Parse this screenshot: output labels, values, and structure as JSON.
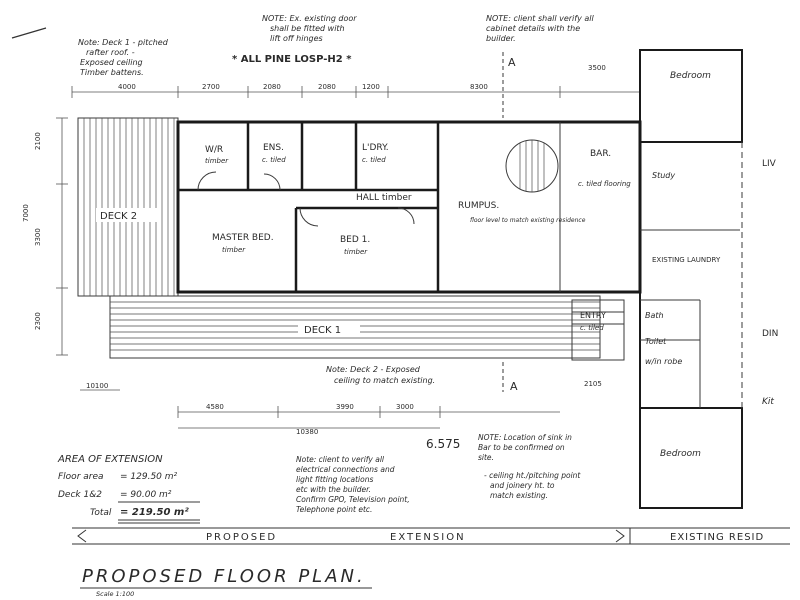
{
  "title": "PROPOSED FLOOR PLAN.",
  "scale": "Scale 1:100",
  "plan_code": "* ALL PINE LOSP-H2 *",
  "notes": {
    "deck1_roof": [
      "Note: Deck 1 - pitched",
      "rafter roof. -",
      "Exposed ceiling",
      "Timber battens."
    ],
    "door": [
      "NOTE: Ex. existing door",
      "shall be fitted with",
      "lift off hinges"
    ],
    "cabinet": [
      "NOTE: client shall verify all",
      "cabinet details with the",
      "builder."
    ],
    "deck2_ceiling": [
      "Note: Deck 2 - Exposed",
      "ceiling to match existing."
    ],
    "electrical": [
      "Note: client to verify all",
      "electrical connections and",
      "light fitting locations",
      "etc with the builder.",
      "Confirm GPO, Television point,",
      "Telephone point etc."
    ],
    "sink": [
      "NOTE: Location of sink in",
      "Bar to be confirmed on",
      "site."
    ],
    "ceiling": [
      "- ceiling ht./pitching point",
      "and joinery ht. to",
      "match existing."
    ]
  },
  "area": {
    "heading": "AREA OF EXTENSION",
    "floor_label": "Floor area",
    "floor_value": "= 129.50 m²",
    "deck_label": "Deck 1&2",
    "deck_value": "= 90.00 m²",
    "total_label": "Total",
    "total_value": "= 219.50 m²"
  },
  "ref_value": "6.575",
  "banner": {
    "proposed": "PROPOSED",
    "extension": "EXTENSION",
    "existing": "EXISTING RESID"
  },
  "rooms": {
    "wir": "W/R",
    "wir_sub": "timber",
    "ens": "ENS.",
    "ens_sub": "c. tiled",
    "ldry": "L'DRY.",
    "ldry_sub": "c. tiled",
    "hall": "HALL timber",
    "master": "MASTER BED.",
    "master_sub": "timber",
    "bed1": "BED 1.",
    "bed1_sub": "timber",
    "rumpus": "RUMPUS.",
    "rumpus_sub": "floor level to match existing residence",
    "bar": "BAR.",
    "bar_sub": "c. tiled flooring",
    "study": "Study",
    "deck1": "DECK 1",
    "deck2": "DECK 2",
    "entry": "ENTRY",
    "entry_sub": "c. tiled",
    "bedroom_top": "Bedroom",
    "bedroom_bottom": "Bedroom",
    "bath": "Bath",
    "toilet": "Toilet",
    "wrobe": "w/in robe",
    "laundry": "EXISTING LAUNDRY",
    "living": "LIV",
    "dining": "DIN",
    "kitchen": "Kit"
  },
  "dims": {
    "top": [
      "4000",
      "2700",
      "2080",
      "2080",
      "1200",
      "8300",
      "3500"
    ],
    "total_bottom": "10380",
    "bottom": [
      "4580",
      "3990",
      "3000"
    ],
    "left": [
      "2100",
      "3300",
      "2300"
    ],
    "left_total": "7000",
    "bottom_left": "10100",
    "right_mid": "2105"
  },
  "section_marks": [
    "A",
    "A"
  ]
}
